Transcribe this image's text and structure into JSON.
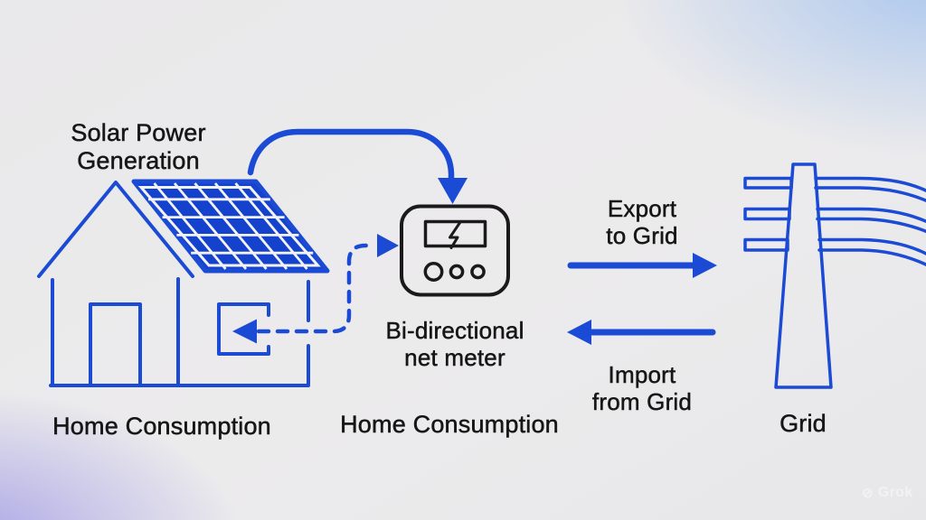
{
  "title": {
    "line1": "Solar Power",
    "line2": "Generation"
  },
  "labels": {
    "home_consumption_left": "Home Consumption",
    "home_consumption_center": "Home Consumption",
    "meter_line1": "Bi-directional",
    "meter_line2": "net meter",
    "export_line1": "Export",
    "export_line2": "to Grid",
    "import_line1": "Import",
    "import_line2": "from Grid",
    "grid": "Grid"
  },
  "watermark": {
    "logo": "grok-logo",
    "text": "Grok"
  },
  "icons": [
    "house-icon",
    "solar-panel-icon",
    "door",
    "consumption-box",
    "solar-to-meter-arrow",
    "meter-to-home-dashed-arrow",
    "export-arrow",
    "import-arrow",
    "net-meter-icon",
    "lightning-bolt-icon",
    "grid-tower-icon",
    "grok-logo-icon"
  ],
  "colors": {
    "line_blue": "#1b4ad4",
    "panel_blue": "#1442cd",
    "meter_black": "#1a1a1a",
    "text_color": "#161616",
    "background_base": "#e9e8ea",
    "background_top_right_tint": "#a8c5ee",
    "background_bottom_left_tint": "#a6a1e6"
  }
}
